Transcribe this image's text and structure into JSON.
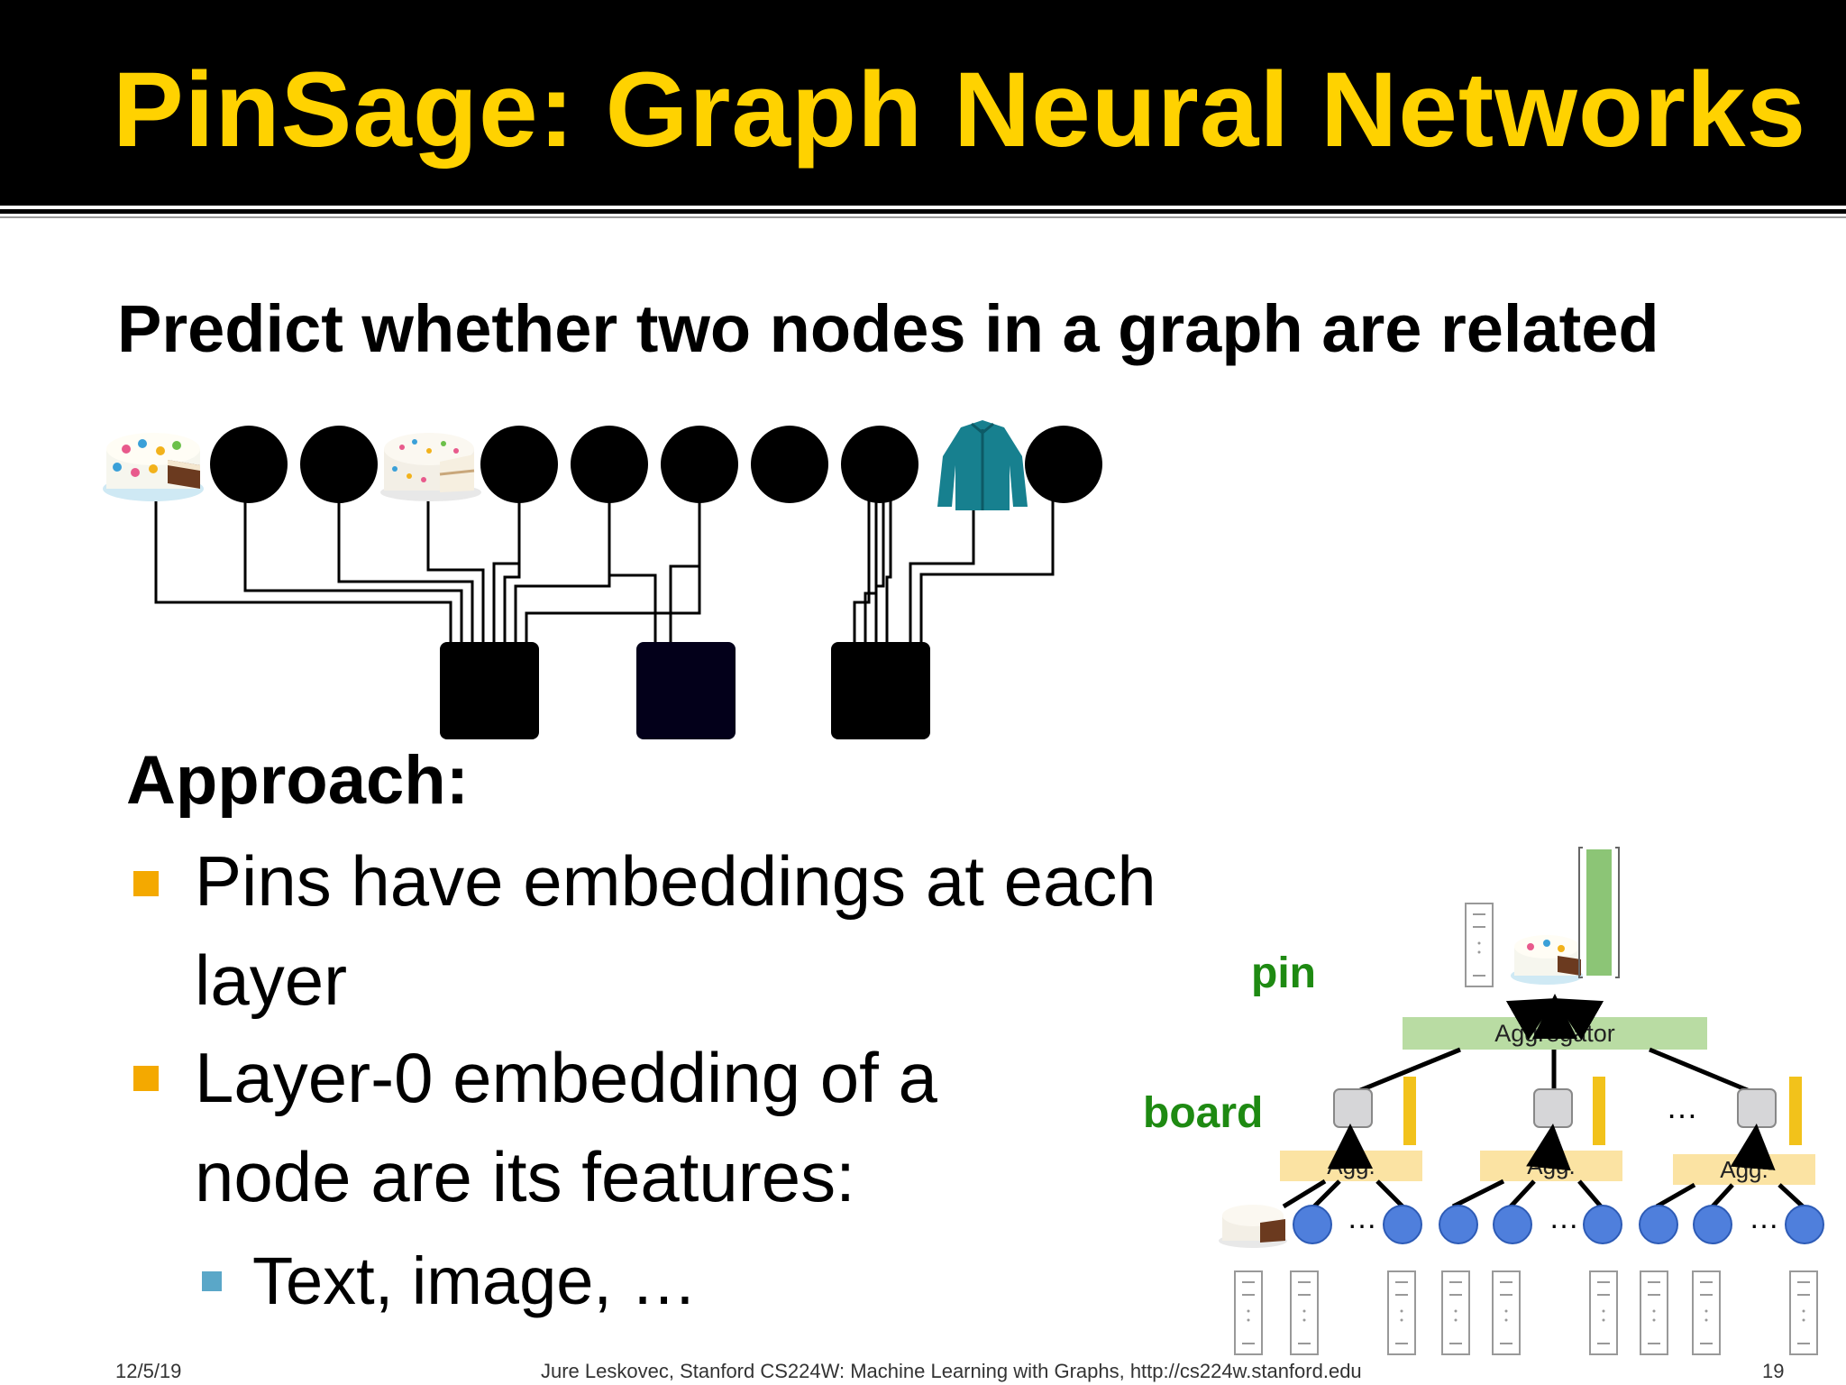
{
  "slide": {
    "title": "PinSage: Graph Neural Networks",
    "subtitle": "Predict whether two nodes in a graph are related",
    "approach_heading": "Approach:",
    "bullets": [
      {
        "text": "Pins have embeddings at each layer"
      },
      {
        "text": "Layer-0 embedding of a node are its features:"
      }
    ],
    "sub_bullet": "Text, image, …"
  },
  "diagram": {
    "pin_label": "pin",
    "board_label": "board",
    "aggregator_label": "Aggregator",
    "agg_label": "Agg.",
    "ellipsis": "…",
    "colors": {
      "title": "#ffd200",
      "label_green": "#1e8a12",
      "aggregator_bg": "#b9dca3",
      "agg_bg": "#fbe3a3",
      "leaf_node": "#4f7fdc",
      "board_node": "#d6d6d8",
      "embedding_yellow": "#f2c21b",
      "embedding_green": "#8cc576"
    },
    "top_graph_icons": [
      "cake-image",
      "cake-image",
      "jacket-image",
      "cake-image"
    ]
  },
  "footer": {
    "date": "12/5/19",
    "course": "Jure Leskovec, Stanford CS224W: Machine Learning with Graphs, http://cs224w.stanford.edu",
    "page": "19"
  }
}
